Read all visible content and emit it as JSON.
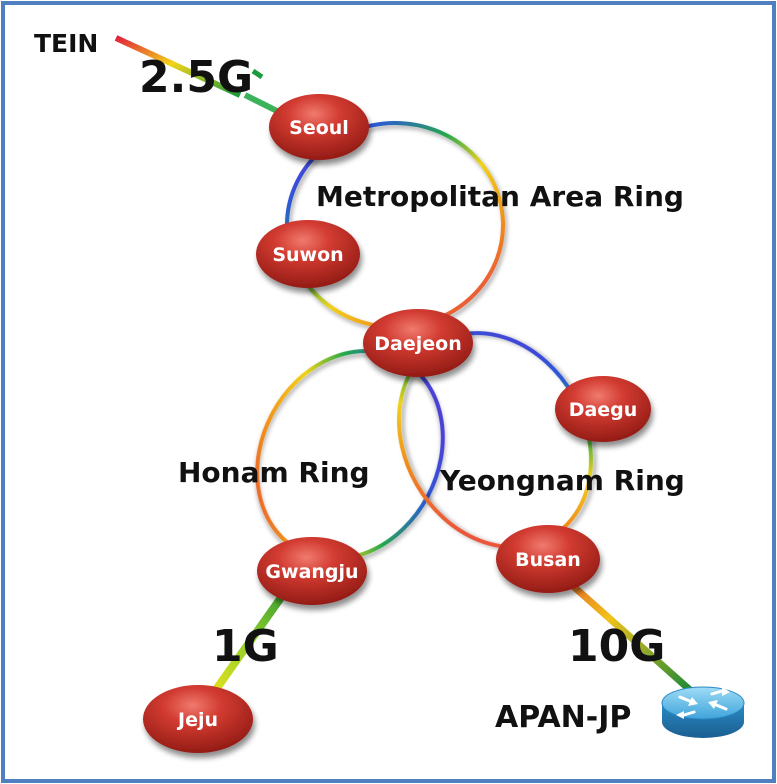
{
  "nodes": {
    "seoul": "Seoul",
    "suwon": "Suwon",
    "daejeon": "Daejeon",
    "daegu": "Daegu",
    "gwangju": "Gwangju",
    "busan": "Busan",
    "jeju": "Jeju"
  },
  "rings": {
    "metropolitan": "Metropolitan Area Ring",
    "honam": "Honam Ring",
    "yeongnam": "Yeongnam Ring"
  },
  "links": {
    "tein_bandwidth": "2.5G",
    "jeju_bandwidth": "1G",
    "apan_bandwidth": "10G"
  },
  "peers": {
    "tein": "TEIN",
    "apan": "APAN-JP"
  },
  "icons": {
    "router": "router-icon"
  },
  "colors": {
    "frame": "#4f7fbf",
    "node_fill": "#c8332b",
    "node_dark": "#8a1511",
    "router_blue": "#3fa3d8"
  }
}
